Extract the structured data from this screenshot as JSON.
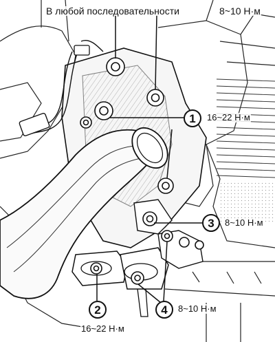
{
  "header_note": "В любой последовательности",
  "header_torque": "8~10 Н·м",
  "callouts": [
    {
      "number": "1",
      "torque": "16~22 Н·м"
    },
    {
      "number": "2",
      "torque": "16~22 Н·м"
    },
    {
      "number": "3",
      "torque": "8~10 Н·м"
    },
    {
      "number": "4",
      "torque": "8~10 Н·м"
    }
  ],
  "colors": {
    "ink": "#111111",
    "paper": "#ffffff"
  }
}
